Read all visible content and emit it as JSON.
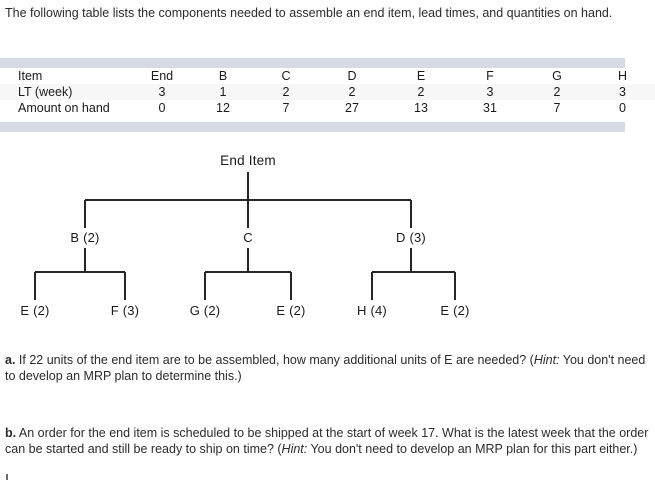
{
  "intro": {
    "text": "The following table lists the components needed to assemble an end item, lead times, and quantities on hand."
  },
  "table": {
    "row_labels": [
      "Item",
      "LT (week)",
      "Amount on hand"
    ],
    "columns": [
      "End",
      "B",
      "C",
      "D",
      "E",
      "F",
      "G",
      "H"
    ],
    "lead_times": [
      "3",
      "1",
      "2",
      "2",
      "2",
      "3",
      "2",
      "3"
    ],
    "amount_on_hand": [
      "0",
      "12",
      "7",
      "27",
      "13",
      "31",
      "7",
      "0"
    ],
    "band_color": "#d5dae5",
    "stripe_color": "#f7f7f7"
  },
  "tree": {
    "root": "End Item",
    "level1": [
      {
        "label": "B (2)"
      },
      {
        "label": "C"
      },
      {
        "label": "D (3)"
      }
    ],
    "level2": [
      {
        "label": "E (2)"
      },
      {
        "label": "F (3)"
      },
      {
        "label": "G (2)"
      },
      {
        "label": "E (2)"
      },
      {
        "label": "H (4)"
      },
      {
        "label": "E (2)"
      }
    ],
    "line_color": "#262626"
  },
  "questions": {
    "a_marker": "a.",
    "a_text": " If 22 units of the end item are to be assembled, how many additional units of E are needed? (",
    "a_hint_label": "Hint:",
    "a_hint_text": " You don't need to develop an MRP plan to determine this.)",
    "b_marker": "b.",
    "b_text": " An order for the end item is scheduled to be shipped at the start of week 17. What is the latest week that the order can be started and still be ready to ship on time? (",
    "b_hint_label": "Hint:",
    "b_hint_text": " You don't need to develop an MRP plan for this part either.)"
  },
  "chart_data": {
    "type": "diagram",
    "title": "Bill of Materials tree",
    "nodes": [
      {
        "id": "End Item",
        "level": 0,
        "parent": null,
        "qty": null
      },
      {
        "id": "B",
        "level": 1,
        "parent": "End Item",
        "qty": 2
      },
      {
        "id": "C",
        "level": 1,
        "parent": "End Item",
        "qty": 1
      },
      {
        "id": "D",
        "level": 1,
        "parent": "End Item",
        "qty": 3
      },
      {
        "id": "E",
        "level": 2,
        "parent": "B",
        "qty": 2
      },
      {
        "id": "F",
        "level": 2,
        "parent": "B",
        "qty": 3
      },
      {
        "id": "G",
        "level": 2,
        "parent": "C",
        "qty": 2
      },
      {
        "id": "E",
        "level": 2,
        "parent": "C",
        "qty": 2
      },
      {
        "id": "H",
        "level": 2,
        "parent": "D",
        "qty": 4
      },
      {
        "id": "E",
        "level": 2,
        "parent": "D",
        "qty": 2
      }
    ]
  }
}
